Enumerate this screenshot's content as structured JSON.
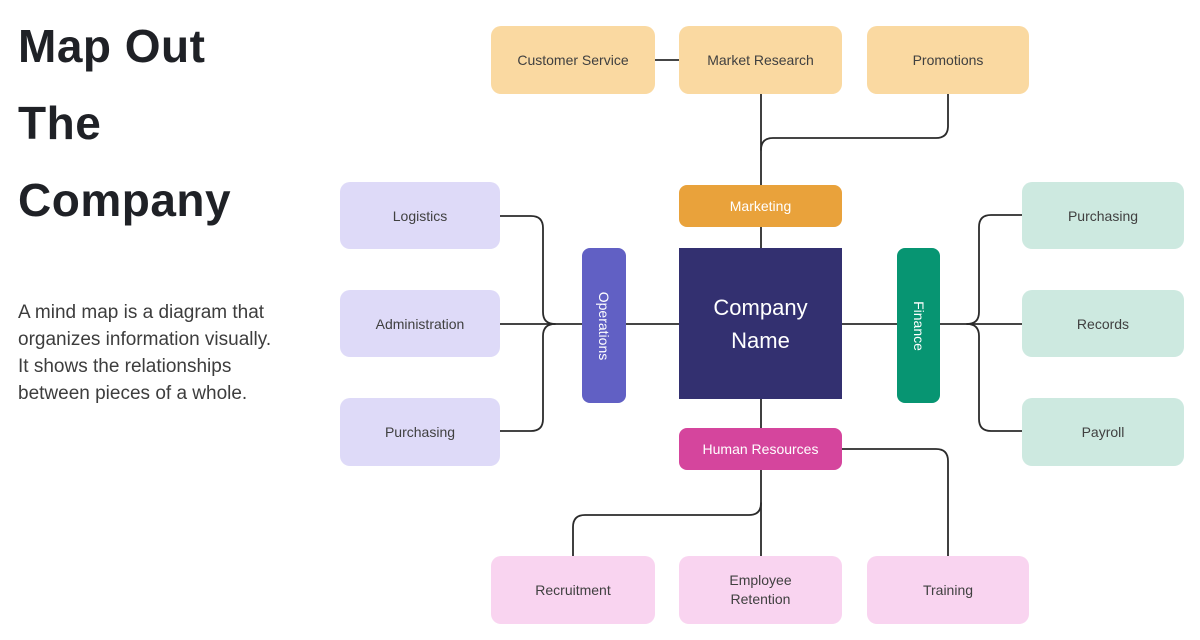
{
  "panel": {
    "title_lines": [
      "Map Out",
      "The",
      "Company"
    ],
    "description": "A mind map is a diagram that organizes information visually. It shows the relationships between pieces of a whole."
  },
  "map": {
    "center": "Company Name",
    "branches": [
      {
        "label": "Marketing",
        "children": [
          "Customer Service",
          "Market Research",
          "Promotions"
        ]
      },
      {
        "label": "Operations",
        "children": [
          "Logistics",
          "Administration",
          "Purchasing"
        ]
      },
      {
        "label": "Finance",
        "children": [
          "Purchasing",
          "Records",
          "Payroll"
        ]
      },
      {
        "label": "Human Resources",
        "children": [
          "Recruitment",
          "Employee Retention",
          "Training"
        ]
      }
    ]
  },
  "colors": {
    "background": "#ffffff",
    "title_text": "#1f2126",
    "body_text": "#3d3d3d",
    "node_text_dark": "#404040",
    "center_bg": "#333070",
    "center_text": "#ffffff",
    "marketing_bg": "#e9a23b",
    "marketing_children_bg": "#fad9a1",
    "operations_bg": "#6160c4",
    "operations_children_bg": "#dedaf8",
    "finance_bg": "#079572",
    "finance_children_bg": "#cde9e0",
    "hr_bg": "#d5459d",
    "hr_children_bg": "#f9d4f0",
    "connector": "#2b2b2b"
  }
}
